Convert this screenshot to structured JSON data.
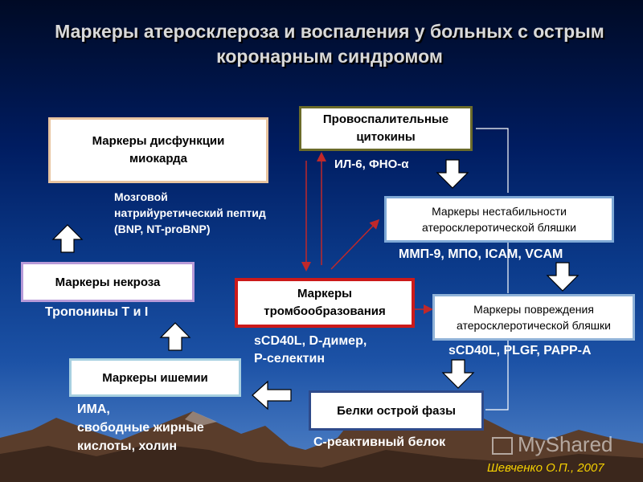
{
  "title": "Маркеры атеросклероза и воспаления у больных с острым коронарным синдромом",
  "boxes": {
    "dysfunction": "Маркеры дисфункции миокарда",
    "cytokines": "Провоспалительные цитокины",
    "instability": "Маркеры нестабильности атеросклеротической бляшки",
    "necrosis": "Маркеры некроза",
    "thrombo": "Маркеры тромбообразования",
    "damage": "Маркеры повреждения атеросклеротической бляшки",
    "ischemia": "Маркеры ишемии",
    "acute_phase": "Белки острой фазы"
  },
  "labels": {
    "bnp_line1": "Мозговой",
    "bnp_line2": "натрийуретический пептид",
    "bnp_line3": "(BNP, NT-proBNP)",
    "il6": "ИЛ-6, ФНО-α",
    "mmp": "ММП-9, МПО, ICAM, VCAM",
    "troponins": "Тропонины Т и I",
    "scd40l_1": "sCD40L, D-димер,",
    "scd40l_2": "Р-селектин",
    "scd40l_plgf": "sCD40L, PLGF, PAPP-A",
    "ima_1": "ИМА,",
    "ima_2": "свободные жирные",
    "ima_3": "кислоты, холин",
    "crp": "С-реактивный белок"
  },
  "credit": "Шевченко О.П., 2007",
  "watermark": "MyShared",
  "colors": {
    "dysfunction_border": "#e8c4a0",
    "cytokines_border": "#6b6b2a",
    "instability_border": "#7fa9d6",
    "necrosis_border": "#b89ad8",
    "thrombo_border": "#cc1a1a",
    "damage_border": "#8fb2d8",
    "ischemia_border": "#a6cfe0",
    "acute_border": "#2e4a8a",
    "red_line": "#c0282a",
    "credit": "#f5d000"
  },
  "icons": [
    "hollow-arrow-up-icon",
    "hollow-arrow-down-icon",
    "hollow-arrow-left-icon",
    "red-arrow-icon"
  ]
}
